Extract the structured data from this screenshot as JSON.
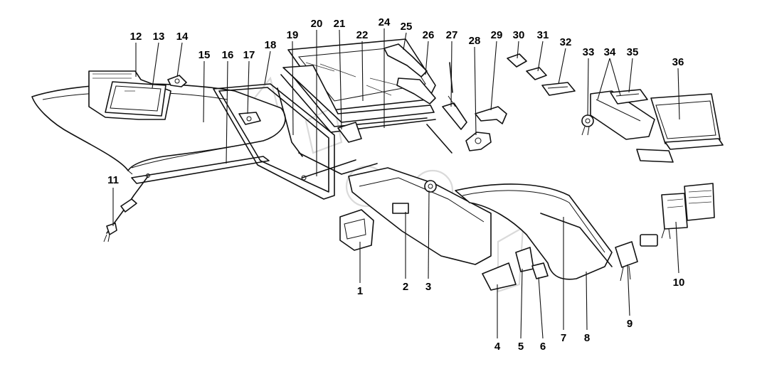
{
  "diagram": {
    "callouts": [
      {
        "label": "1"
      },
      {
        "label": "2"
      },
      {
        "label": "3"
      },
      {
        "label": "4"
      },
      {
        "label": "5"
      },
      {
        "label": "6"
      },
      {
        "label": "7"
      },
      {
        "label": "8"
      },
      {
        "label": "9"
      },
      {
        "label": "10"
      },
      {
        "label": "11"
      },
      {
        "label": "12"
      },
      {
        "label": "13"
      },
      {
        "label": "14"
      },
      {
        "label": "15"
      },
      {
        "label": "16"
      },
      {
        "label": "17"
      },
      {
        "label": "18"
      },
      {
        "label": "19"
      },
      {
        "label": "20"
      },
      {
        "label": "21"
      },
      {
        "label": "22"
      },
      {
        "label": "24"
      },
      {
        "label": "25"
      },
      {
        "label": "26"
      },
      {
        "label": "27"
      },
      {
        "label": "28"
      },
      {
        "label": "29"
      },
      {
        "label": "30"
      },
      {
        "label": "31"
      },
      {
        "label": "32"
      },
      {
        "label": "33"
      },
      {
        "label": "34"
      },
      {
        "label": "35"
      },
      {
        "label": "36"
      }
    ]
  }
}
